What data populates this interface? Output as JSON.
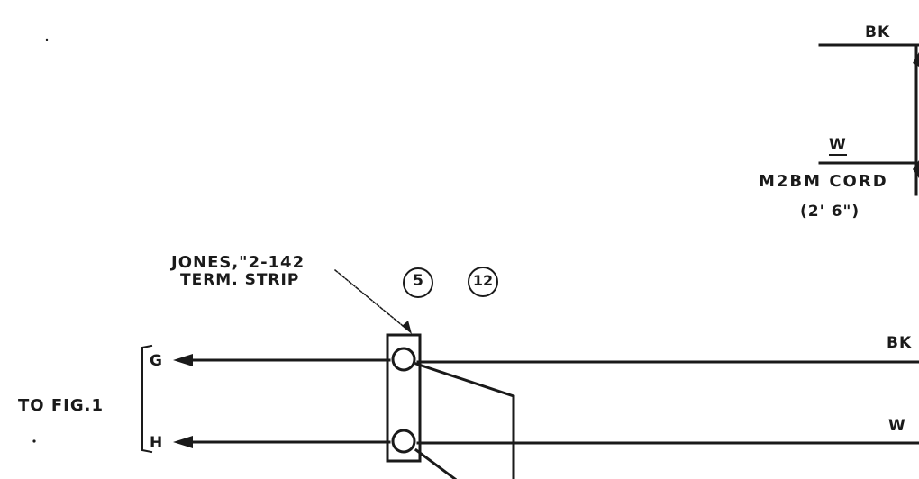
{
  "labels": {
    "bk_top": "BK",
    "w_top": "W",
    "cord_name": "M2BM CORD",
    "cord_length": "(2' 6\")",
    "strip_line1": "JONES,\"2-142",
    "strip_line2": "TERM. STRIP",
    "circle_5": "5",
    "circle_12": "12",
    "bk_mid": "BK",
    "w_mid": "W",
    "g": "G",
    "h": "H",
    "to_fig": "TO FIG.1"
  },
  "colors": {
    "ink": "#1a1a1a",
    "paper": "#ffffff"
  }
}
